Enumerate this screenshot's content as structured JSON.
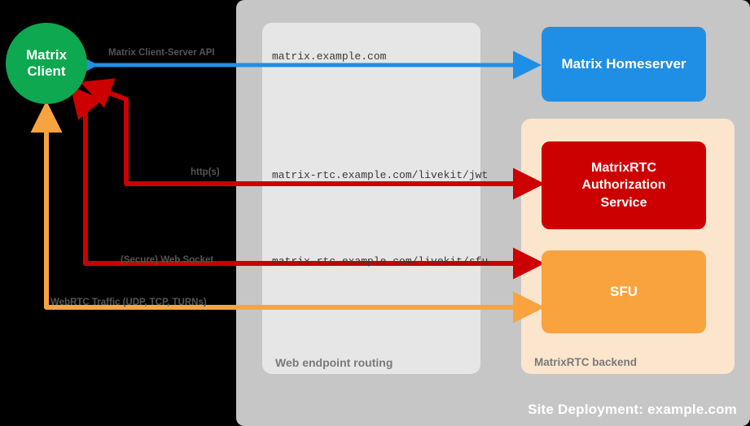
{
  "diagram": {
    "title": "Site Deployment: example.com",
    "nodes": {
      "client": {
        "line1": "Matrix",
        "line2": "Client",
        "color": "#0da850"
      },
      "homeserver": {
        "label": "Matrix Homeserver",
        "color": "#1f8fe5"
      },
      "auth": {
        "line1": "MatrixRTC",
        "line2": "Authorization",
        "line3": "Service",
        "color": "#cc0000"
      },
      "sfu": {
        "label": "SFU",
        "color": "#f9a33f"
      }
    },
    "groups": {
      "routing": {
        "label": "Web endpoint routing",
        "color": "#e6e6e6"
      },
      "backend": {
        "label": "MatrixRTC backend",
        "color": "#fce5cd"
      },
      "site": {
        "label": "Site Deployment: example.com",
        "color": "#c6c6c6"
      }
    },
    "connections": [
      {
        "protocol": "Matrix Client-Server API",
        "endpoint": "matrix.example.com",
        "color": "#1f8fe5"
      },
      {
        "protocol": "http(s)",
        "endpoint": "matrix-rtc.example.com/livekit/jwt",
        "color": "#cc0000"
      },
      {
        "protocol": "(Secure) Web Socket",
        "endpoint": "matrix-rtc.example.com/livekit/sfu",
        "color": "#cc0000"
      },
      {
        "protocol": "WebRTC Traffic (UDP, TCP, TURNs)",
        "endpoint": "",
        "color": "#f9a33f"
      }
    ]
  }
}
